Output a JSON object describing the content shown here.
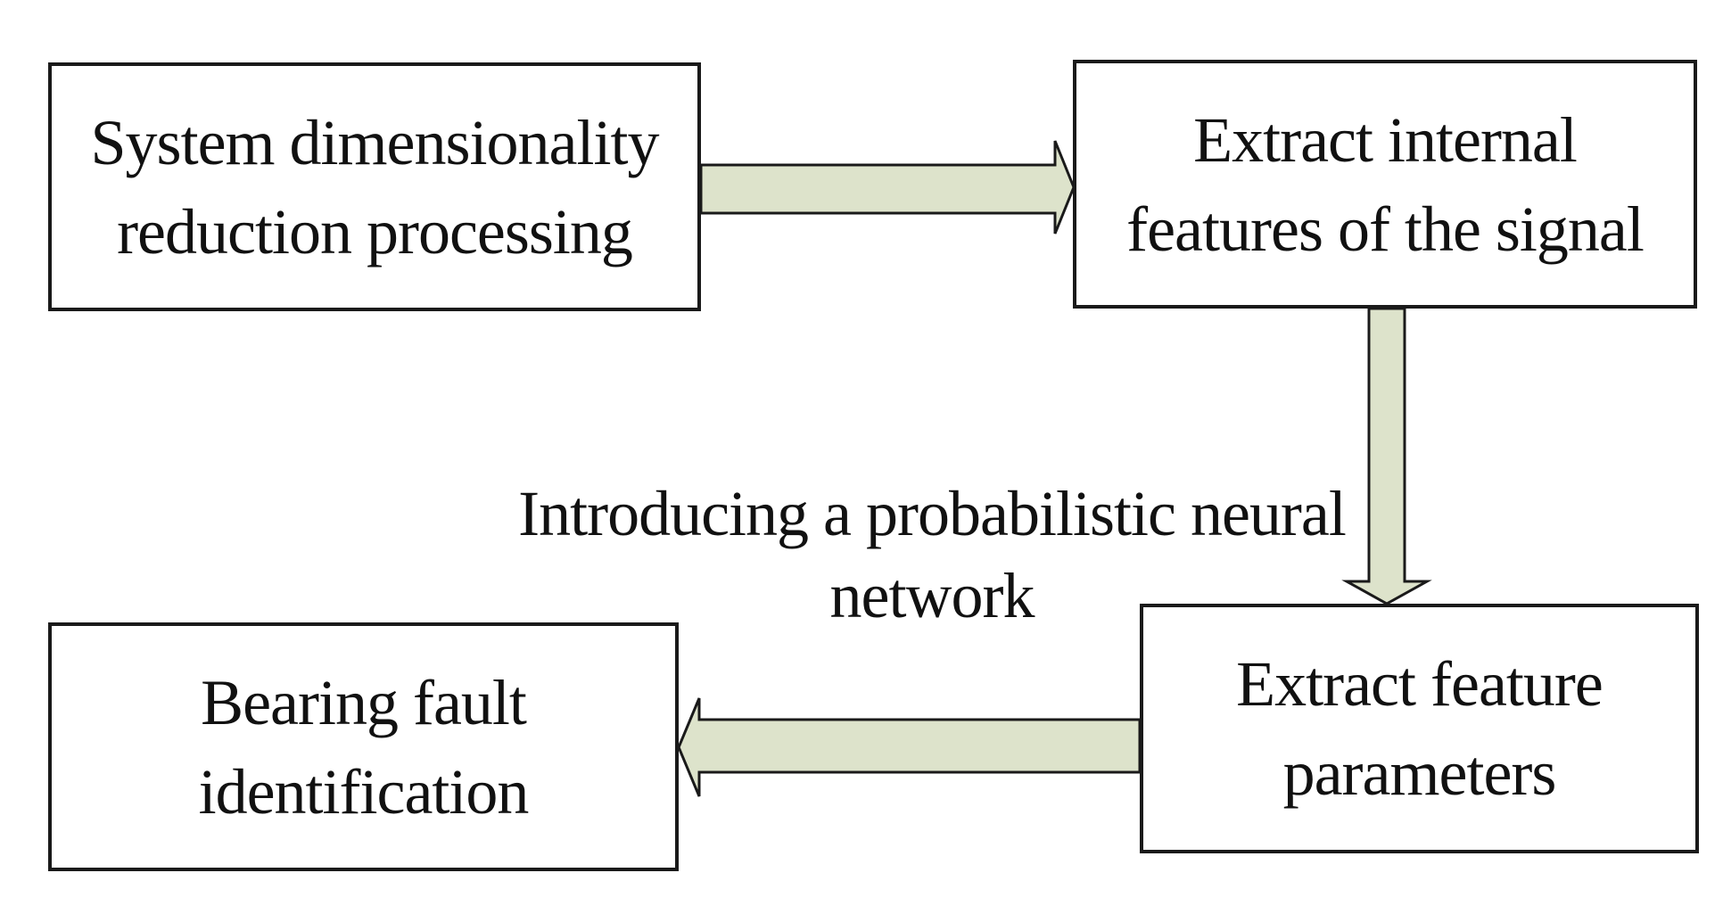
{
  "colors": {
    "arrow_fill": "#dde3cb",
    "arrow_stroke": "#1a1a1a",
    "box_border": "#1a1a1a",
    "text": "#111111",
    "background": "#ffffff"
  },
  "nodes": [
    {
      "id": "system-dimensionality-reduction",
      "lines": [
        "System dimensionality",
        "reduction processing"
      ]
    },
    {
      "id": "extract-internal-features",
      "lines": [
        "Extract internal",
        "features of the signal"
      ]
    },
    {
      "id": "extract-feature-parameters",
      "lines": [
        "Extract feature",
        "parameters"
      ]
    },
    {
      "id": "bearing-fault-identification",
      "lines": [
        "Bearing fault",
        "identification"
      ]
    }
  ],
  "edges": [
    {
      "from": "system-dimensionality-reduction",
      "to": "extract-internal-features",
      "label": ""
    },
    {
      "from": "extract-internal-features",
      "to": "extract-feature-parameters",
      "label": ""
    },
    {
      "from": "extract-feature-parameters",
      "to": "bearing-fault-identification",
      "label_lines": [
        "Introducing a probabilistic neural",
        "network"
      ]
    }
  ]
}
